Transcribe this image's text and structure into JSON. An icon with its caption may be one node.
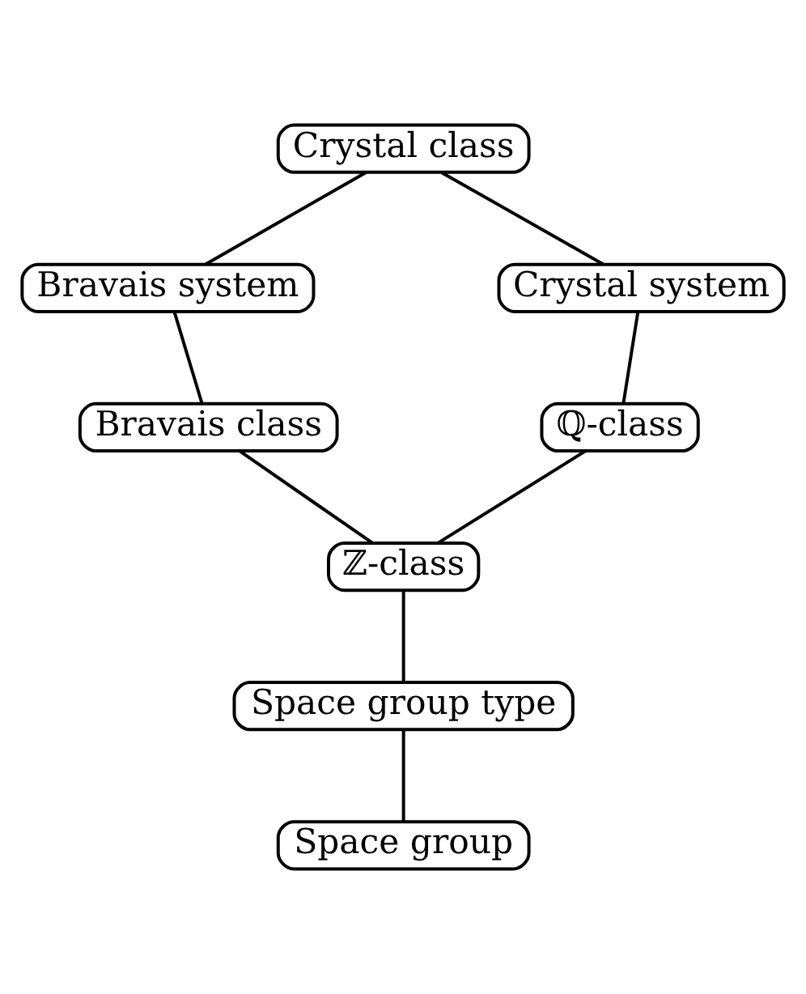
{
  "diagram": {
    "nodes": [
      {
        "text": [
          "Crystal class"
        ]
      },
      {
        "text": [
          "Bravais system"
        ]
      },
      {
        "text": [
          "Crystal system"
        ]
      },
      {
        "text": [
          "Bravais class"
        ]
      },
      {
        "text": [
          "ℚ-class"
        ]
      },
      {
        "text": [
          "ℤ-class"
        ]
      },
      {
        "text": [
          "Space group type"
        ]
      },
      {
        "text": [
          "Space group"
        ]
      }
    ],
    "edges": [
      {
        "from": 0,
        "to": 1,
        "arrow": "none"
      },
      {
        "from": 0,
        "to": 2,
        "arrow": "none"
      },
      {
        "from": 1,
        "to": 3,
        "arrow": "none"
      },
      {
        "from": 2,
        "to": 4,
        "arrow": "none"
      },
      {
        "from": 3,
        "to": 5,
        "arrow": "none"
      },
      {
        "from": 4,
        "to": 5,
        "arrow": "none"
      },
      {
        "from": 5,
        "to": 6,
        "arrow": "none"
      },
      {
        "from": 6,
        "to": 7,
        "arrow": "none"
      }
    ]
  }
}
